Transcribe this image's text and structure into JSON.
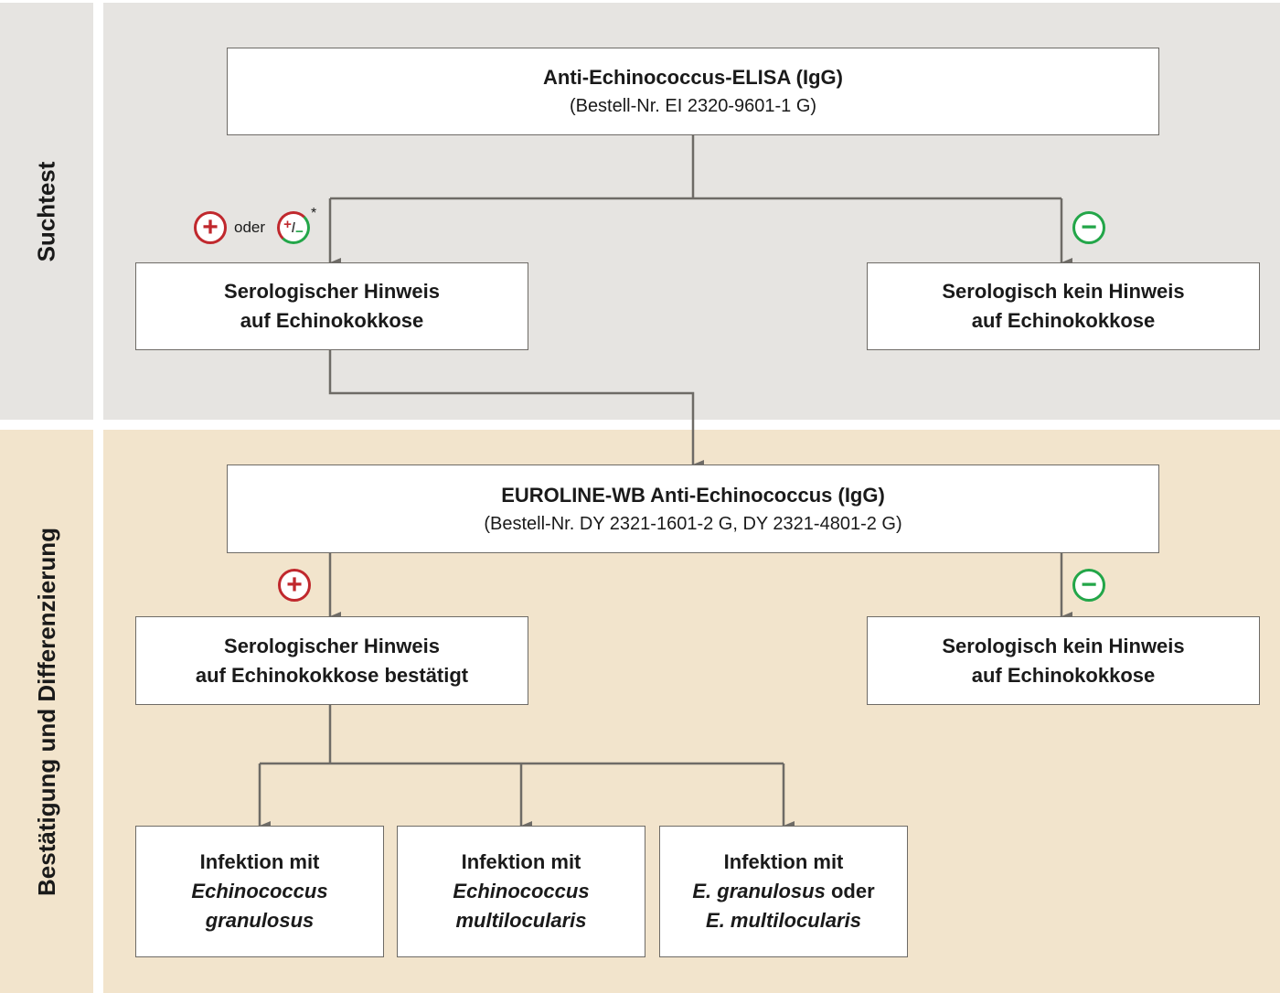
{
  "sections": {
    "screening_label": "Suchtest",
    "confirmation_label": "Bestätigung und Differenzierung"
  },
  "elisa": {
    "title": "Anti-Echinococcus-ELISA (IgG)",
    "order_no": "(Bestell-Nr. EI 2320-9601-1 G)"
  },
  "screen_results": {
    "positive": {
      "line1": "Serologischer Hinweis",
      "line2": "auf Echinokokkose"
    },
    "negative": {
      "line1": "Serologisch kein Hinweis",
      "line2": "auf Echinokokkose"
    }
  },
  "euroline": {
    "title": "EUROLINE-WB Anti-Echinococcus (IgG)",
    "order_no": "(Bestell-Nr. DY 2321-1601-2 G, DY 2321-4801-2 G)"
  },
  "confirm_results": {
    "positive": {
      "line1": "Serologischer Hinweis",
      "line2": "auf Echinokokkose bestätigt"
    },
    "negative": {
      "line1": "Serologisch kein Hinweis",
      "line2": "auf Echinokokkose"
    }
  },
  "infections": {
    "granulosus": {
      "line1": "Infektion mit",
      "line2": "Echinococcus",
      "line3": "granulosus"
    },
    "multilocularis": {
      "line1": "Infektion mit",
      "line2": "Echinococcus",
      "line3": "multilocularis"
    },
    "either": {
      "line1": "Infektion mit",
      "line2a": "E. granulosus",
      "line2b": " oder",
      "line3": "E. multilocularis"
    }
  },
  "symbols": {
    "positive": "+",
    "negative": "−",
    "borderline_plus": "+",
    "borderline_slash": "/",
    "borderline_minus": "−",
    "oder": "oder",
    "asterisk": "*"
  },
  "colors": {
    "positive": "#c0282d",
    "negative": "#23a649",
    "band_screening": "#e6e4e1",
    "band_confirmation": "#f2e4cc",
    "connector": "#6e6b66"
  }
}
